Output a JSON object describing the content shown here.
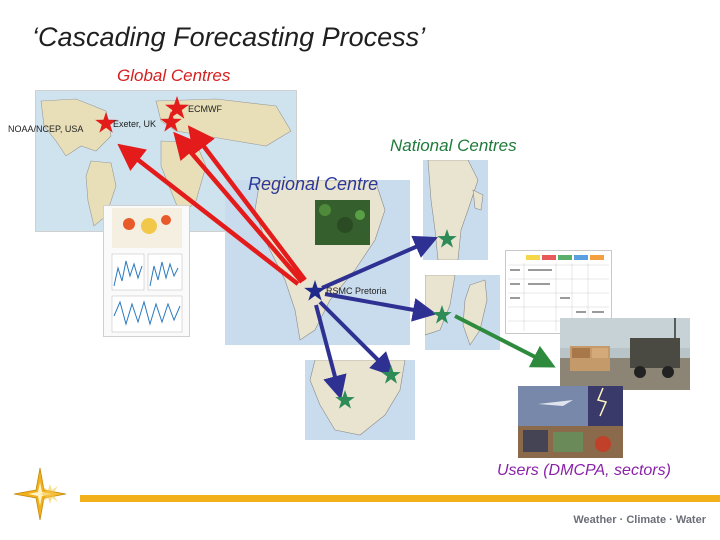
{
  "title": "‘Cascading Forecasting Process’",
  "labels": {
    "global_centres": "Global Centres",
    "national_centres": "National Centres",
    "regional_centre": "Regional Centre",
    "users": "Users (DMCPA, sectors)",
    "ecmwf": "ECMWF",
    "exeter": "Exeter, UK",
    "noaa": "NOAA/NCEP, USA",
    "rsmc": "RSMC Pretoria"
  },
  "footer": {
    "tagline": "Weather · Climate · Water"
  },
  "colors": {
    "global_arrow": "#e31b1b",
    "regional_arrow": "#2e3192",
    "user_arrow": "#2e8b3e",
    "global_star": "#e31b1b",
    "regional_star": "#1f2a8a",
    "national_star": "#2e8b57",
    "footer_bar": "#f2b01a"
  }
}
